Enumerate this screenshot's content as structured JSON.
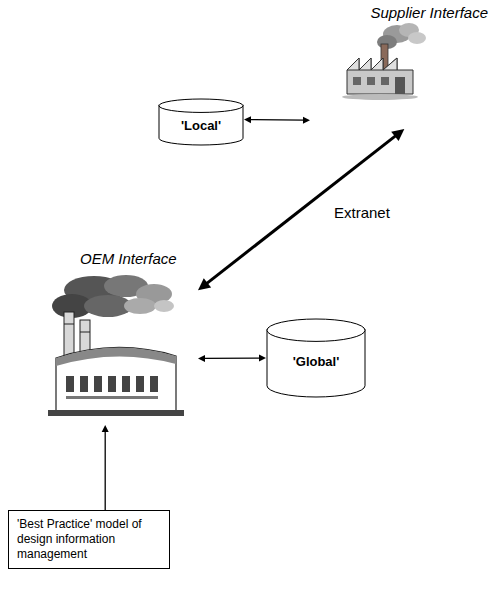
{
  "diagram": {
    "nodes": [
      {
        "text": [
          "Supplier Interface"
        ]
      },
      {
        "text": [
          "'Local'"
        ]
      },
      {
        "text": [
          "OEM Interface"
        ]
      },
      {
        "text": [
          "'Global'"
        ]
      },
      {
        "text": [
          "'Best Practice' model of design information management"
        ]
      }
    ],
    "edges": [
      {
        "from": 1,
        "to": 0,
        "arrow": "both"
      },
      {
        "from": 0,
        "to": 2,
        "label": "Extranet",
        "arrow": "both"
      },
      {
        "from": 2,
        "to": 3,
        "arrow": "both"
      },
      {
        "from": 4,
        "to": 2,
        "arrow": "to"
      }
    ]
  }
}
